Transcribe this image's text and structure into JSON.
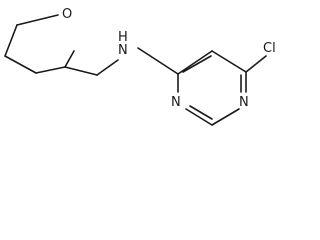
{
  "molecule": {
    "atoms": {
      "ring_oxygen": "O",
      "amine_n": "N",
      "amine_h": "H",
      "chlorine": "Cl",
      "pyrimidine_n_top": "N",
      "pyrimidine_n_bottom": "N"
    }
  },
  "colors": {
    "bond": "#1a1a1a",
    "background": "#ffffff"
  }
}
